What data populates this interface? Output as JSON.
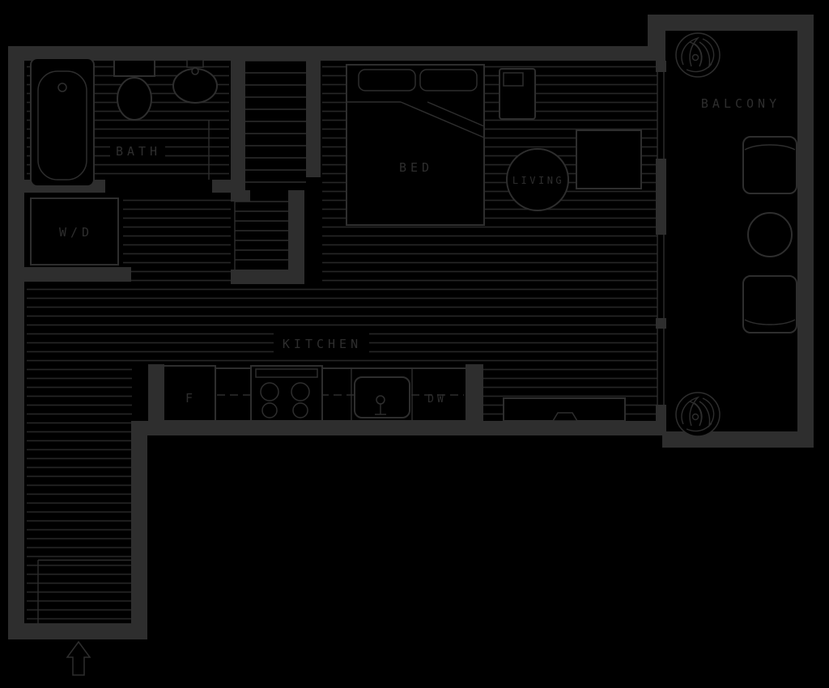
{
  "colors": {
    "background": "#000000",
    "line": "#2e2e2e",
    "hatch": "#262626"
  },
  "labels": {
    "bath": "BATH",
    "washer_dryer": "W/D",
    "bed": "BED",
    "living": "LIVING",
    "kitchen": "KITCHEN",
    "fridge": "F",
    "dishwasher": "DW",
    "balcony": "BALCONY"
  }
}
